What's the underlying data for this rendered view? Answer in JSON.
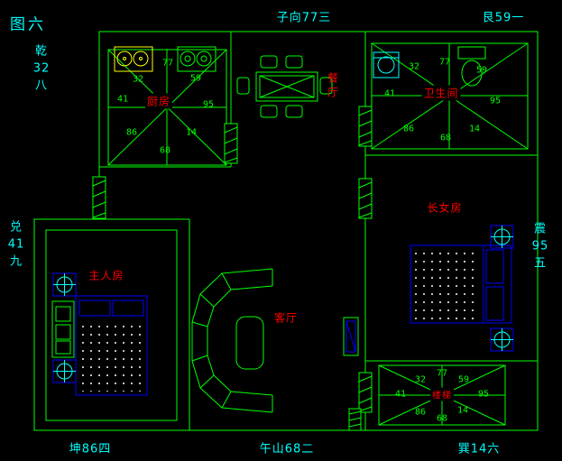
{
  "figure_title": "图六",
  "compass": {
    "top_left": {
      "trigram": "乾",
      "stars": "32",
      "period": "八"
    },
    "top_center": "子向77三",
    "top_right": "艮59一",
    "left": {
      "trigram": "兑",
      "stars": "41",
      "period": "九"
    },
    "right": {
      "trigram": "震",
      "stars": "95",
      "period": "五"
    },
    "bottom_left": "坤86四",
    "bottom_center": "午山68二",
    "bottom_right": "巽14六"
  },
  "rooms": {
    "kitchen": "厨房",
    "dining_room": "餐厅",
    "bathroom": "卫生间",
    "master_bedroom": "主人房",
    "living_room": "客厅",
    "eldest_daughter_room": "长女房",
    "staircase": "楼梯"
  },
  "star_chart": {
    "tl": "32",
    "t": "77",
    "tr": "59",
    "l": "41",
    "r": "95",
    "bl": "86",
    "b": "68",
    "br": "14"
  },
  "colors": {
    "background": "#000000",
    "walls": "#00ff00",
    "compass_text": "#00ffff",
    "room_labels": "#ff0000",
    "sink": "#ffff00",
    "bed": "#0000ff"
  }
}
